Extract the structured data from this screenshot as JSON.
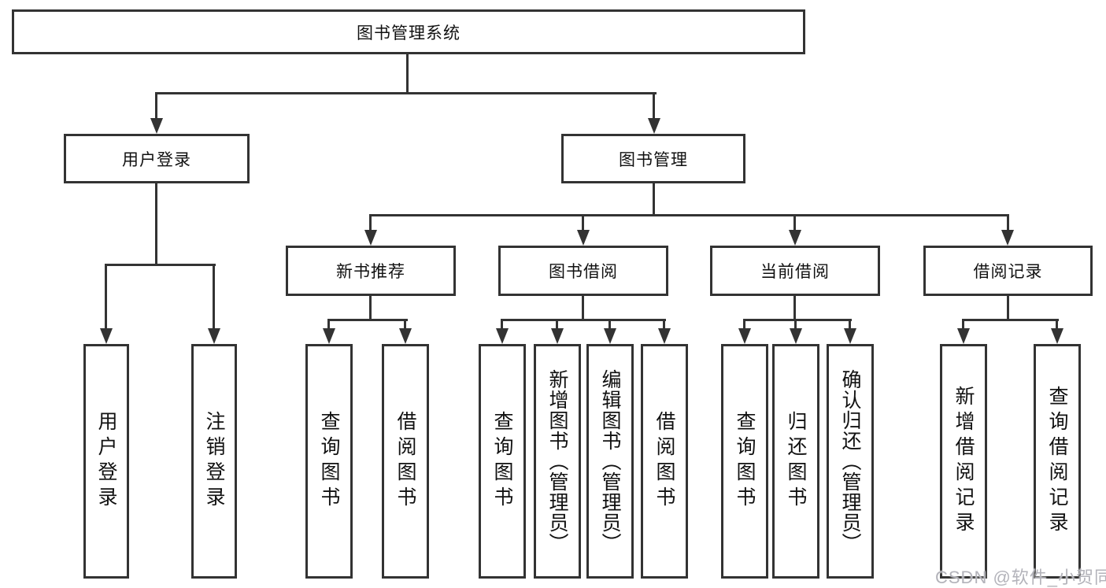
{
  "diagram": {
    "root": {
      "label": "图书管理系统"
    },
    "level2": [
      {
        "label": "用户登录"
      },
      {
        "label": "图书管理"
      }
    ],
    "level3": [
      {
        "label": "新书推荐"
      },
      {
        "label": "图书借阅"
      },
      {
        "label": "当前借阅"
      },
      {
        "label": "借阅记录"
      }
    ],
    "leaves": {
      "user_login": [
        "用户登录",
        "注销登录"
      ],
      "new_book_recommend": [
        "查询图书",
        "借阅图书"
      ],
      "book_borrowing": [
        "查询图书",
        "新增图书（管理员）",
        "编辑图书（管理员）",
        "借阅图书"
      ],
      "current_borrowing": [
        "查询图书",
        "归还图书",
        "确认归还（管理员）"
      ],
      "borrowing_records": [
        "新增借阅记录",
        "查询借阅记录"
      ]
    }
  },
  "watermark": {
    "text": "CSDN @软件_小贺同学"
  },
  "colors": {
    "line": "#333333",
    "text": "#111111",
    "watermark": "#b3b3ba",
    "background": "#ffffff"
  }
}
